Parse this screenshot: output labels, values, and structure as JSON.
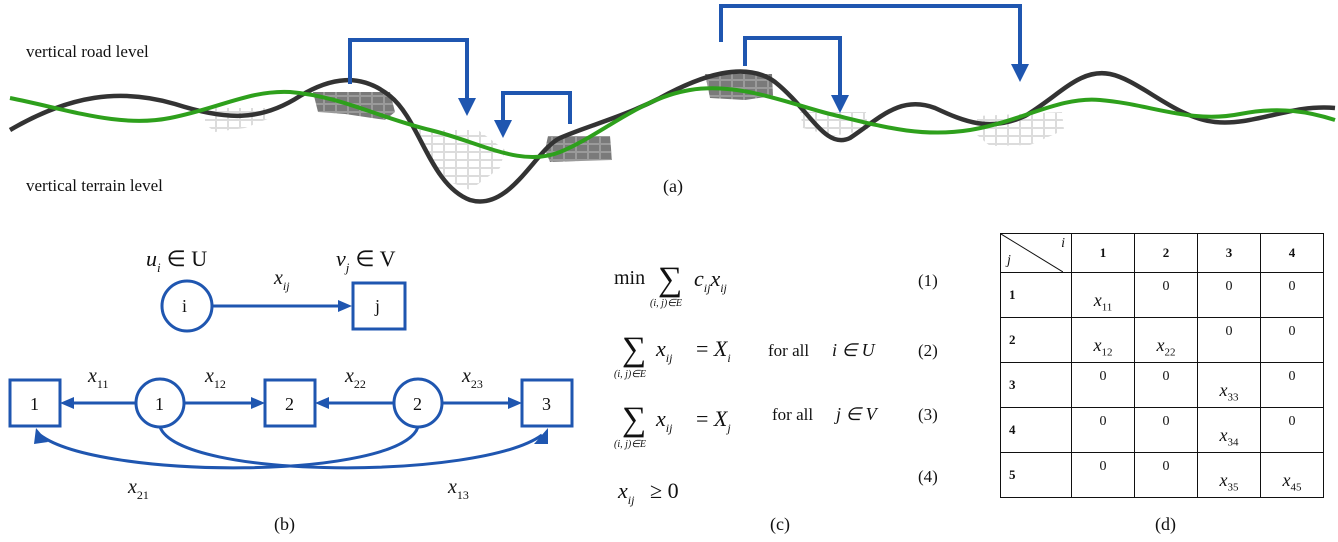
{
  "panel_a": {
    "label_road": "vertical road level",
    "label_terrain": "vertical terrain level",
    "caption": "(a)",
    "colors": {
      "road": "#2ea01c",
      "terrain": "#333333",
      "arrow": "#1f56b0",
      "cut": "#8a8a8a",
      "fill": "#dcdcdc"
    }
  },
  "panel_b": {
    "caption": "(b)",
    "top_source": "u",
    "top_source_sub": "i",
    "top_source_set": "∈ U",
    "top_target": "v",
    "top_target_sub": "j",
    "top_target_set": "∈ V",
    "top_edge": "x",
    "top_edge_sub": "ij",
    "node_i": "i",
    "node_j": "j",
    "square_1": "1",
    "circle_1": "1",
    "square_2": "2",
    "circle_2": "2",
    "square_3": "3",
    "edges": [
      {
        "name": "x",
        "sub": "11"
      },
      {
        "name": "x",
        "sub": "12"
      },
      {
        "name": "x",
        "sub": "22"
      },
      {
        "name": "x",
        "sub": "23"
      },
      {
        "name": "x",
        "sub": "21"
      },
      {
        "name": "x",
        "sub": "13"
      }
    ]
  },
  "panel_c": {
    "caption": "(c)",
    "eq1_min": "min",
    "eq1_index": "(i, j)∈E",
    "eq1_body": "c",
    "eq1_num": "(1)",
    "eq2_index": "(i, j)∈E",
    "eq2_rhs": "X",
    "eq2_rhs_sub": "i",
    "eq2_cond": "for all",
    "eq2_var": "i ∈ U",
    "eq2_num": "(2)",
    "eq3_index": "(i, j)∈E",
    "eq3_rhs": "X",
    "eq3_rhs_sub": "j",
    "eq3_cond": "for all",
    "eq3_var": "j ∈ V",
    "eq3_num": "(3)",
    "eq4_lhs": "x",
    "eq4_sub": "ij",
    "eq4_rhs": "≥ 0",
    "eq4_num": "(4)"
  },
  "panel_d": {
    "caption": "(d)",
    "corner_i": "i",
    "corner_j": "j",
    "col_headers": [
      "1",
      "2",
      "3",
      "4"
    ],
    "rows": [
      {
        "label": "1",
        "cells": [
          "x11",
          "0",
          "0",
          "0"
        ]
      },
      {
        "label": "2",
        "cells": [
          "x12",
          "x22",
          "0",
          "0"
        ]
      },
      {
        "label": "3",
        "cells": [
          "0",
          "0",
          "x33",
          "0"
        ]
      },
      {
        "label": "4",
        "cells": [
          "0",
          "0",
          "x34",
          "0"
        ]
      },
      {
        "label": "5",
        "cells": [
          "0",
          "0",
          "x35",
          "x45"
        ]
      }
    ]
  }
}
